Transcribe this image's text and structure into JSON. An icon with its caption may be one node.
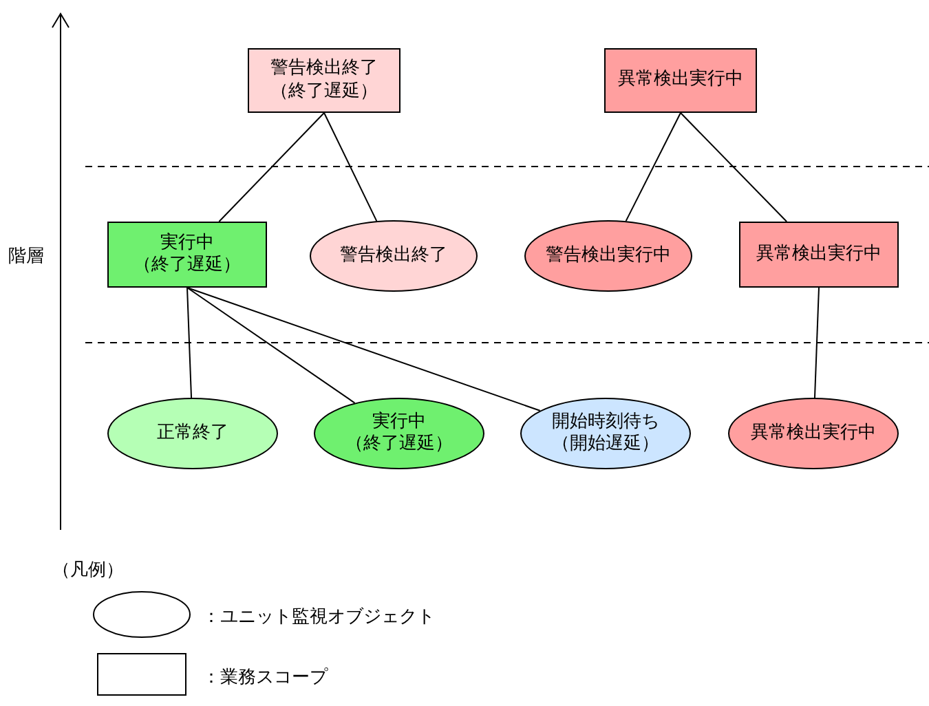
{
  "diagram": {
    "nodes": [
      {
        "text": [
          "警告検出終了（終了遅延）"
        ]
      },
      {
        "text": [
          "異常検出実行中"
        ]
      },
      {
        "text": [
          "実行中（終了遅延）"
        ]
      },
      {
        "text": [
          "警告検出終了"
        ]
      },
      {
        "text": [
          "警告検出実行中"
        ]
      },
      {
        "text": [
          "異常検出実行中"
        ]
      },
      {
        "text": [
          "正常終了"
        ]
      },
      {
        "text": [
          "実行中（終了遅延）"
        ]
      },
      {
        "text": [
          "開始時刻待ち（開始遅延）"
        ]
      },
      {
        "text": [
          "異常検出実行中"
        ]
      }
    ],
    "edges": [
      {
        "from": 0,
        "to": 2,
        "arrow": "none"
      },
      {
        "from": 0,
        "to": 3,
        "arrow": "none"
      },
      {
        "from": 1,
        "to": 4,
        "arrow": "none"
      },
      {
        "from": 1,
        "to": 5,
        "arrow": "none"
      },
      {
        "from": 2,
        "to": 6,
        "arrow": "none"
      },
      {
        "from": 2,
        "to": 7,
        "arrow": "none"
      },
      {
        "from": 2,
        "to": 8,
        "arrow": "none"
      },
      {
        "from": 5,
        "to": 9,
        "arrow": "none"
      }
    ],
    "labels": [
      "階層",
      "（凡例）"
    ],
    "legend": [
      {
        "text": "：ユニット監視オブジェクト"
      },
      {
        "text": "：業務スコープ"
      }
    ]
  }
}
